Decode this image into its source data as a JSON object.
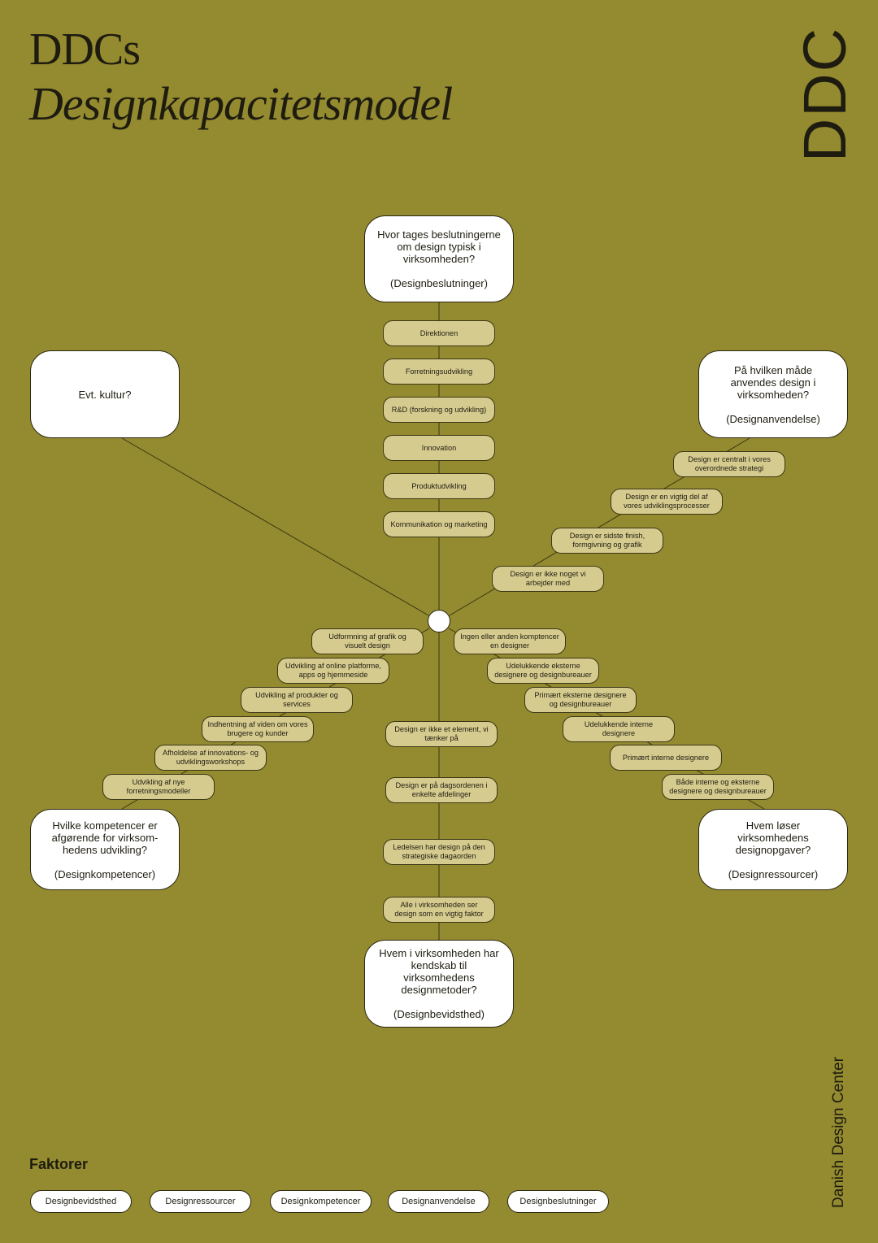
{
  "header": {
    "title_line1": "DDCs",
    "title_line2": "Designkapacitetsmodel",
    "logo": "DDC",
    "side_label": "Danish Design Center"
  },
  "questions": {
    "top": {
      "text": "Hvor tages beslutningerne om design typisk i virksomheden?",
      "sub": "(Designbeslutninger)"
    },
    "upper_left": {
      "text": "Evt. kultur?",
      "sub": ""
    },
    "upper_right": {
      "text": "På hvilken måde anvendes design i virksomheden?",
      "sub": "(Designanvendelse)"
    },
    "lower_left": {
      "text": "Hvilke kompetencer er afgørende for virksom-hedens udvikling?",
      "sub": "(Designkompetencer)"
    },
    "lower_right": {
      "text": "Hvem løser virksomhedens designopgaver?",
      "sub": "(Designressourcer)"
    },
    "bottom": {
      "text": "Hvem i virksomheden har kendskab til virksomhedens designmetoder?",
      "sub": "(Designbevidsthed)"
    }
  },
  "branches": {
    "top": [
      "Direktionen",
      "Forretningsudvikling",
      "R&D (forskning og udvikling)",
      "Innovation",
      "Produktudvikling",
      "Kommunikation og marketing"
    ],
    "upper_right": [
      "Design er centralt i vores overordnede strategi",
      "Design er en vigtig del af vores udviklingsprocesser",
      "Design er sidste finish, formgivning og grafik",
      "Design er ikke noget vi arbejder med"
    ],
    "lower_left": [
      "Udformning af grafik og visuelt design",
      "Udvikling af online platforme, apps og hjemmeside",
      "Udvikling af produkter og services",
      "Indhentning af viden om vores brugere og kunder",
      "Afholdelse af innovations- og udviklingsworkshops",
      "Udvikling af nye forretningsmodeller"
    ],
    "lower_right": [
      "Ingen eller anden komptencer en designer",
      "Udelukkende eksterne designere og designbureauer",
      "Primært eksterne designere og designbureauer",
      "Udelukkende interne designere",
      "Primært interne designere",
      "Både interne og eksterne designere og designbureauer"
    ],
    "bottom": [
      "Design er ikke et element, vi tænker på",
      "Design er på dagsordenen i enkelte afdelinger",
      "Ledelsen har design på den strategiske dagaorden",
      "Alle i virksomheden ser design som en vigtig faktor"
    ]
  },
  "factors": {
    "heading": "Faktorer",
    "items": [
      "Designbevidsthed",
      "Designressourcer",
      "Designkompetencer",
      "Designanvendelse",
      "Designbeslutninger"
    ]
  }
}
